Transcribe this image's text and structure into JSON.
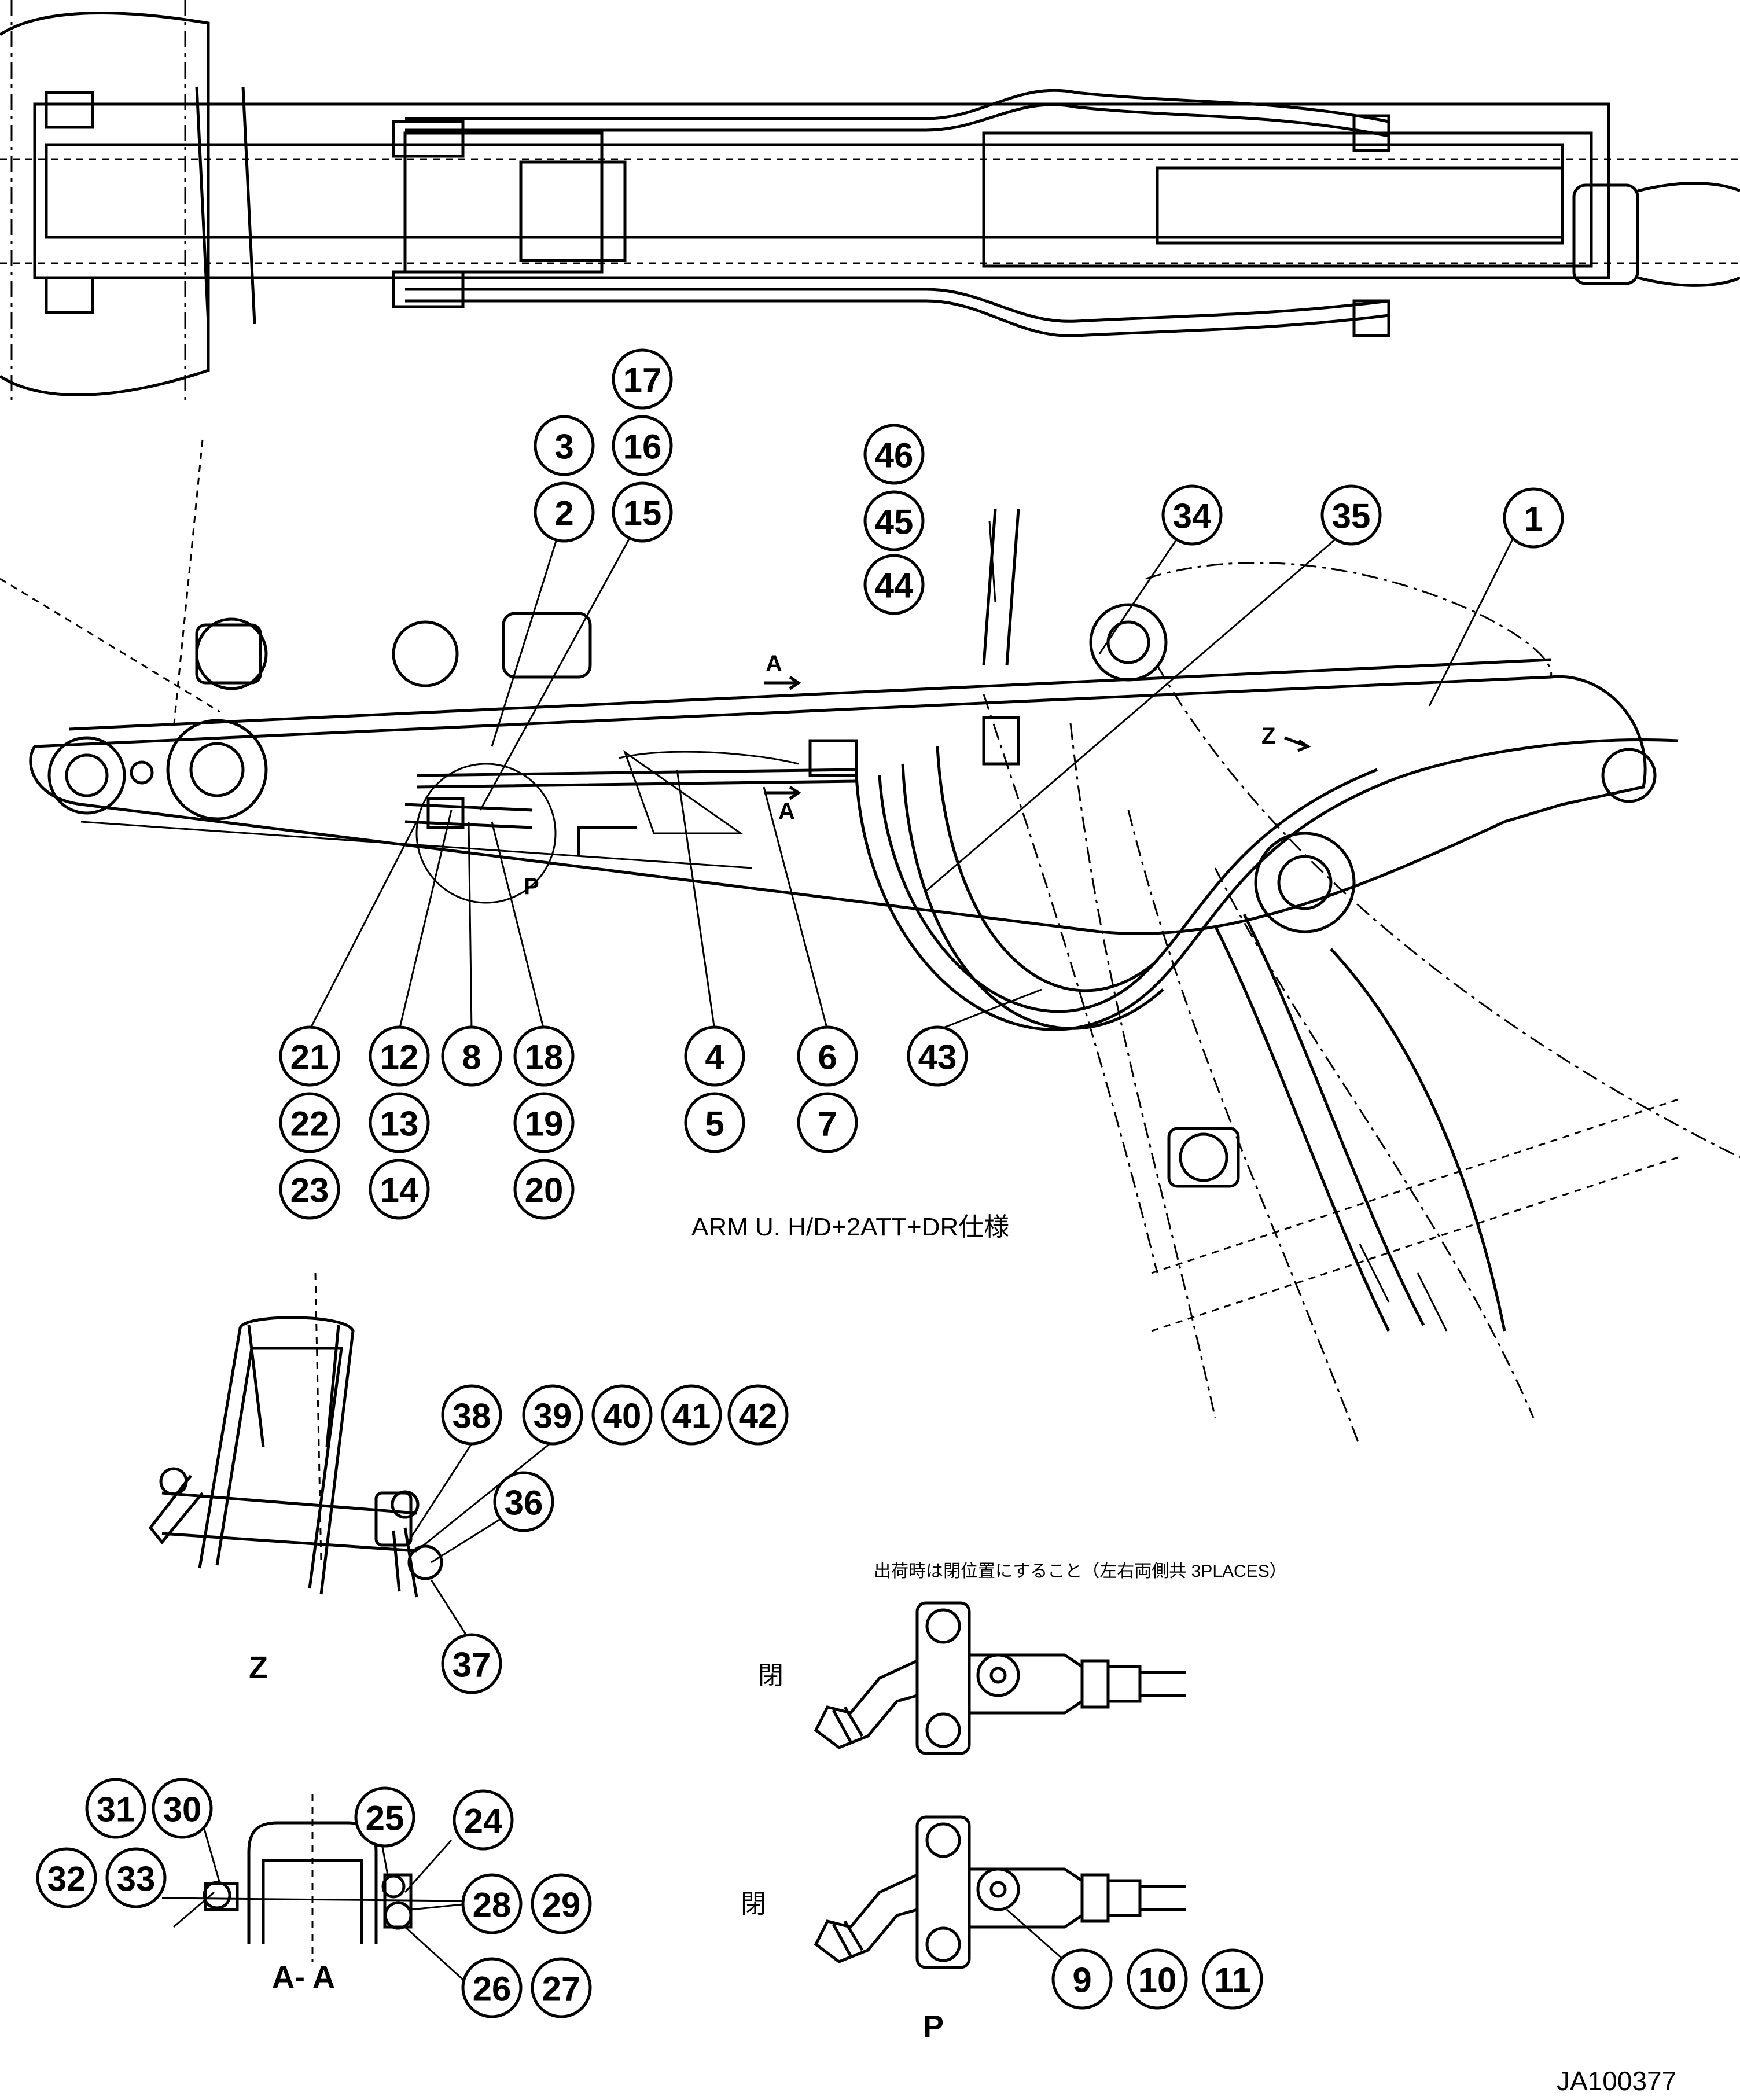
{
  "drawing_title": "ARM U. H/D+2ATT+DR仕様",
  "note_jp": "出荷時は閉位置にすること（左右両側共 3PLACES）",
  "drawing_number": "JA100377",
  "view_labels": {
    "section_a": "A",
    "section_a_view": "A- A",
    "detail_p": "P",
    "detail_p_view": "P",
    "view_z": "Z",
    "view_z_view": "Z",
    "valve_closed": "閉",
    "valve_closed_2": "閉"
  },
  "callouts": [
    "1",
    "2",
    "3",
    "4",
    "5",
    "6",
    "7",
    "8",
    "9",
    "10",
    "11",
    "12",
    "13",
    "14",
    "15",
    "16",
    "17",
    "18",
    "19",
    "20",
    "21",
    "22",
    "23",
    "24",
    "25",
    "26",
    "27",
    "28",
    "29",
    "30",
    "31",
    "32",
    "33",
    "34",
    "35",
    "36",
    "37",
    "38",
    "39",
    "40",
    "41",
    "42",
    "43",
    "44",
    "45",
    "46"
  ]
}
